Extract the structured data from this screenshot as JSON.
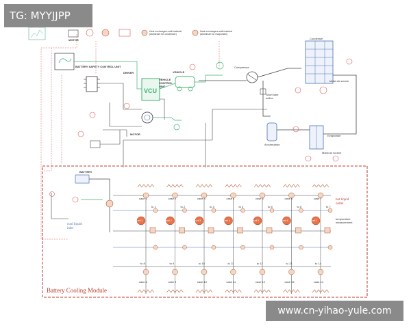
{
  "watermarks": {
    "top_left": "TG: MYYJJPP",
    "bottom_right": "www.cn-yihao-yule.com"
  },
  "colors": {
    "pipe_red": "#d9534f",
    "pipe_green": "#3cb371",
    "pipe_blue": "#4a6fb5",
    "wire_dark": "#444444",
    "module_border": "#c0392b",
    "cell_fill": "#e8734a",
    "node_fill": "#f3d7c4"
  },
  "legend": {
    "motor": "MOTOR",
    "heat_exchanger_condenser": "Heat exchangers wall material (aluminum for condenser)",
    "heat_exchanger_evaporator": "Heat exchangers wall material (aluminum for evaporator)"
  },
  "top_section": {
    "bscu": "BATTERY SAFETY CONTROL UNIT",
    "driver": "DRIVER",
    "vcu_box": "VCU",
    "vcu_label": "VEHICLE CONTROL UNIT",
    "vehicle": "VEHICLE",
    "motor": "MOTOR",
    "battery": "BATTERY",
    "compressor": "Compressor",
    "condenser": "Condenser",
    "moist_air_cond": "Moist air source",
    "short_tube_orifice": "Short tube orifice",
    "accumulator": "Accumulator",
    "evaporator": "Evaporator",
    "moist_air_evap": "Moist air source"
  },
  "module": {
    "title": "Battery Cooling Module",
    "hot_outlet": "hot liquid outlet",
    "cool_inlet": "cool liquid inlet",
    "temp_measurement": "temperature measurement",
    "top_cases": [
      "case 1",
      "case 2",
      "case 3",
      "case 4",
      "case 5",
      "case 6",
      "case 7"
    ],
    "bottom_cases": [
      "case 8",
      "case 9",
      "case 10",
      "case 11",
      "case 12",
      "case 13",
      "case 14"
    ],
    "top_tubes": [
      "tu 1",
      "tu 2",
      "tu 3",
      "tu 4",
      "tu 5",
      "tu 6",
      "tu 7"
    ],
    "bottom_tubes": [
      "tu 8",
      "tu 9",
      "tu 10",
      "tu 11",
      "tu 12",
      "tu 13",
      "tu 14"
    ],
    "cells": [
      "cell 1",
      "cell 2",
      "cell 3",
      "cell 4",
      "cell 5",
      "cell 6",
      "cell 7"
    ]
  }
}
